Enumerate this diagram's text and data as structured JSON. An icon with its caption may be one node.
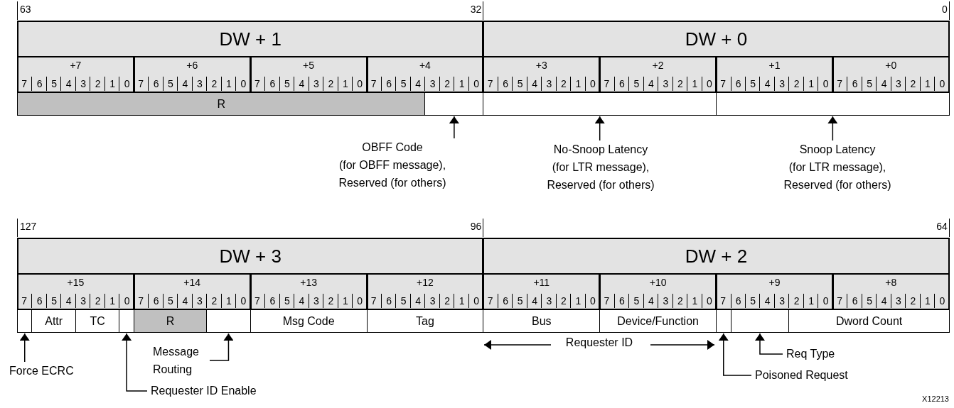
{
  "diagram": {
    "nodes": [
      {
        "text": [
          "DW + 1"
        ],
        "beside": [
          "63",
          "32"
        ]
      },
      {
        "text": [
          "DW + 0"
        ],
        "beside": [
          "0"
        ]
      },
      {
        "text": [
          "+7",
          "7",
          "6",
          "5",
          "4",
          "3",
          "2",
          "1",
          "0"
        ]
      },
      {
        "text": [
          "+6",
          "7",
          "6",
          "5",
          "4",
          "3",
          "2",
          "1",
          "0"
        ]
      },
      {
        "text": [
          "+5",
          "7",
          "6",
          "5",
          "4",
          "3",
          "2",
          "1",
          "0"
        ]
      },
      {
        "text": [
          "+4",
          "7",
          "6",
          "5",
          "4",
          "3",
          "2",
          "1",
          "0"
        ]
      },
      {
        "text": [
          "+3",
          "7",
          "6",
          "5",
          "4",
          "3",
          "2",
          "1",
          "0"
        ]
      },
      {
        "text": [
          "+2",
          "7",
          "6",
          "5",
          "4",
          "3",
          "2",
          "1",
          "0"
        ]
      },
      {
        "text": [
          "+1",
          "7",
          "6",
          "5",
          "4",
          "3",
          "2",
          "1",
          "0"
        ]
      },
      {
        "text": [
          "+0",
          "7",
          "6",
          "5",
          "4",
          "3",
          "2",
          "1",
          "0"
        ]
      },
      {
        "text": [
          "R"
        ]
      },
      {
        "text": [],
        "shape": "box"
      },
      {
        "text": [],
        "shape": "box"
      },
      {
        "text": [],
        "shape": "box"
      },
      {
        "text": [
          "OBFF Code (for OBFF message), Reserved (for others)"
        ]
      },
      {
        "text": [
          "No-Snoop Latency (for LTR message), Reserved (for others)"
        ]
      },
      {
        "text": [
          "Snoop Latency (for LTR message), Reserved (for others)"
        ]
      },
      {
        "text": [
          "DW + 3"
        ],
        "beside": [
          "127",
          "96"
        ]
      },
      {
        "text": [
          "DW + 2"
        ],
        "beside": [
          "64"
        ]
      },
      {
        "text": [
          "+15",
          "7",
          "6",
          "5",
          "4",
          "3",
          "2",
          "1",
          "0"
        ]
      },
      {
        "text": [
          "+14",
          "7",
          "6",
          "5",
          "4",
          "3",
          "2",
          "1",
          "0"
        ]
      },
      {
        "text": [
          "+13",
          "7",
          "6",
          "5",
          "4",
          "3",
          "2",
          "1",
          "0"
        ]
      },
      {
        "text": [
          "+12",
          "7",
          "6",
          "5",
          "4",
          "3",
          "2",
          "1",
          "0"
        ]
      },
      {
        "text": [
          "+11",
          "7",
          "6",
          "5",
          "4",
          "3",
          "2",
          "1",
          "0"
        ]
      },
      {
        "text": [
          "+10",
          "7",
          "6",
          "5",
          "4",
          "3",
          "2",
          "1",
          "0"
        ]
      },
      {
        "text": [
          "+9",
          "7",
          "6",
          "5",
          "4",
          "3",
          "2",
          "1",
          "0"
        ]
      },
      {
        "text": [
          "+8",
          "7",
          "6",
          "5",
          "4",
          "3",
          "2",
          "1",
          "0"
        ]
      },
      {
        "text": [],
        "shape": "box"
      },
      {
        "text": [
          "Attr"
        ]
      },
      {
        "text": [
          "TC"
        ]
      },
      {
        "text": [],
        "shape": "box"
      },
      {
        "text": [
          "R"
        ]
      },
      {
        "text": [],
        "shape": "box"
      },
      {
        "text": [
          "Msg Code"
        ]
      },
      {
        "text": [
          "Tag"
        ]
      },
      {
        "text": [
          "Bus"
        ]
      },
      {
        "text": [
          "Device/Function"
        ]
      },
      {
        "text": [],
        "shape": "box"
      },
      {
        "text": [],
        "shape": "box"
      },
      {
        "text": [
          "Dword Count"
        ]
      },
      {
        "text": [
          "Force ECRC"
        ]
      },
      {
        "text": [
          "Message Routing"
        ]
      },
      {
        "text": [
          "Requester ID Enable"
        ]
      },
      {
        "text": [
          "Req Type"
        ]
      },
      {
        "text": [
          "Poisoned Request"
        ]
      }
    ],
    "edges": [
      {
        "from": 14,
        "to": 11,
        "arrow": "to"
      },
      {
        "from": 15,
        "to": 12,
        "arrow": "to"
      },
      {
        "from": 16,
        "to": 13,
        "arrow": "to"
      },
      {
        "from": 40,
        "to": 27,
        "arrow": "to"
      },
      {
        "from": 41,
        "to": 32,
        "arrow": "to"
      },
      {
        "from": 42,
        "to": 30,
        "arrow": "to"
      },
      {
        "from": 43,
        "to": 38,
        "arrow": "to"
      },
      {
        "from": 44,
        "to": 37,
        "arrow": "to"
      }
    ],
    "labels": [
      "Requester ID",
      "X12213"
    ]
  }
}
